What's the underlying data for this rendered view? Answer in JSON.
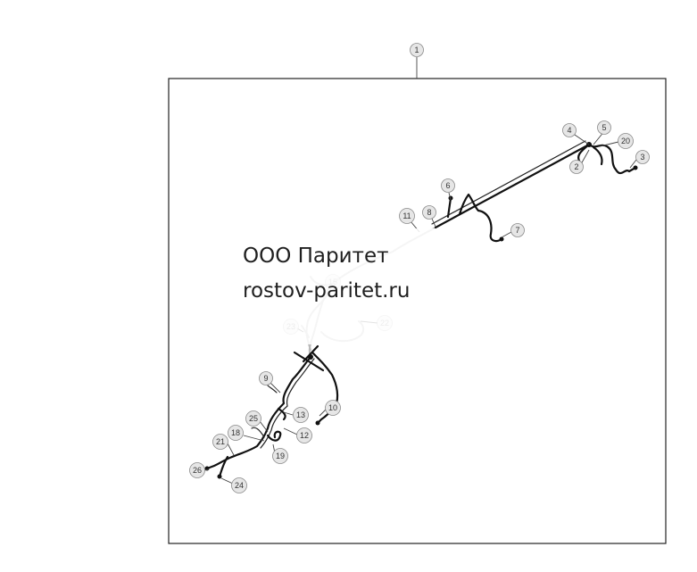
{
  "callouts": [
    "1",
    "2",
    "3",
    "4",
    "5",
    "6",
    "7",
    "8",
    "9",
    "10",
    "11",
    "12",
    "13",
    "15",
    "18",
    "19",
    "20",
    "21",
    "22",
    "23",
    "24",
    "25",
    "26"
  ],
  "watermark": {
    "line1": "ООО Паритет",
    "line2": "rostov-paritet.ru"
  },
  "colors": {
    "frame": "#222222",
    "callout_fill": "#e6e6e6",
    "wire": "#111111"
  }
}
